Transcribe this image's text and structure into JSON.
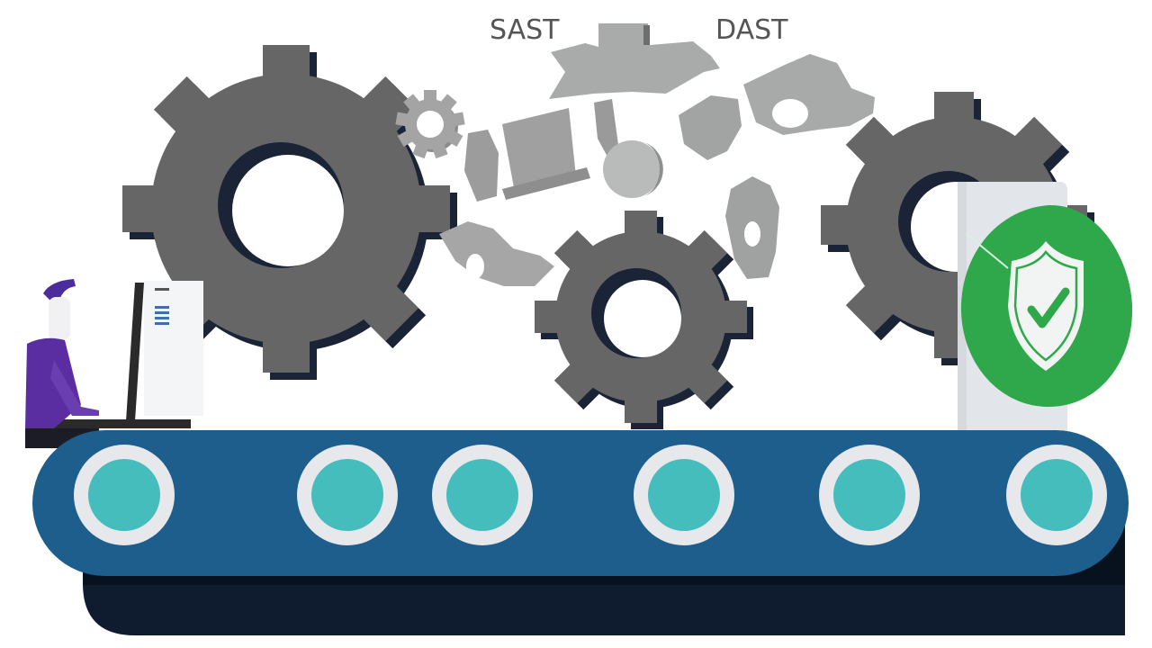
{
  "labels": {
    "sast": "SAST",
    "dast": "DAST"
  },
  "colors": {
    "gear_dark": "#666666",
    "gear_shadow": "#1a2436",
    "gear_fragment": "#a8a8a8",
    "conveyor_belt": "#1d5e8c",
    "conveyor_base": "#0f1b2e",
    "roller_ring": "#e6e8ec",
    "roller_center": "#46bdbd",
    "shield_badge": "#2ea84a",
    "person_shirt": "#5a2ea0",
    "panel": "#e3e6ea"
  },
  "conveyor": {
    "roller_count": 6
  },
  "badge": {
    "icon": "shield-check-icon",
    "status": "secure"
  }
}
